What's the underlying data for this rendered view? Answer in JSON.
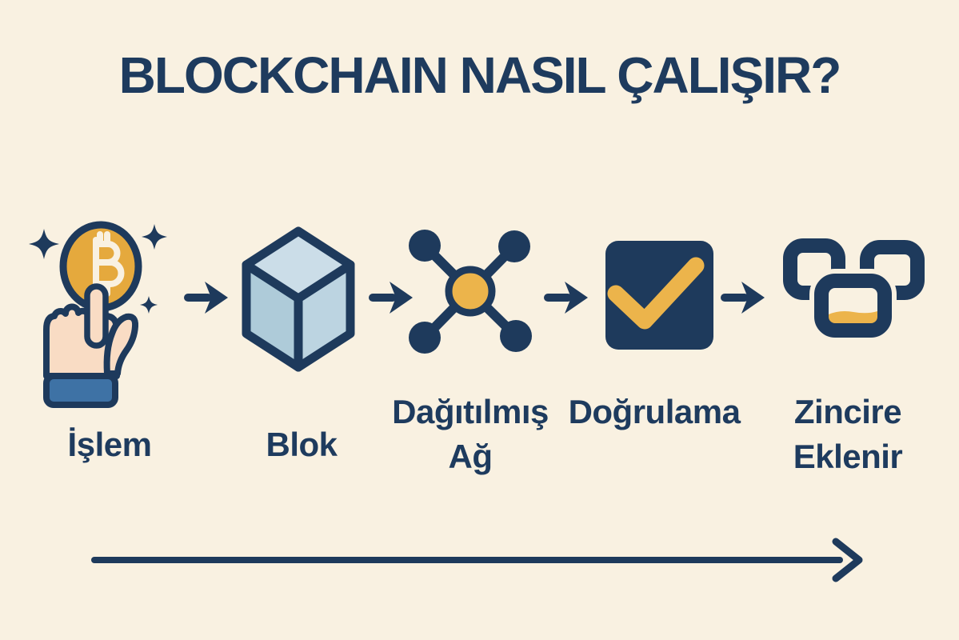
{
  "title": "BLOCKCHAIN NASIL ÇALIŞIR?",
  "steps": [
    {
      "icon": "bitcoin-tap-icon",
      "lines": [
        "İşlem"
      ]
    },
    {
      "icon": "block-cube-icon",
      "lines": [
        "Blok"
      ]
    },
    {
      "icon": "distributed-network-icon",
      "lines": [
        "Dağıtılmış",
        "Ağ"
      ]
    },
    {
      "icon": "verification-check-icon",
      "lines": [
        "Doğrulama"
      ]
    },
    {
      "icon": "chain-links-icon",
      "lines": [
        "Zincire",
        "Eklenir"
      ]
    }
  ],
  "colors": {
    "background": "#f9f1e1",
    "navy": "#1e3a5c",
    "coin_gold": "#e5a93d",
    "accent_gold": "#ecb44b",
    "cube_top": "#cbdde8",
    "cube_left": "#aecbd9",
    "cube_right": "#bcd4e1",
    "skin": "#f9dcc4",
    "sleeve_blue": "#3e72a5",
    "coin_symbol_cream": "#f9f1e1"
  }
}
